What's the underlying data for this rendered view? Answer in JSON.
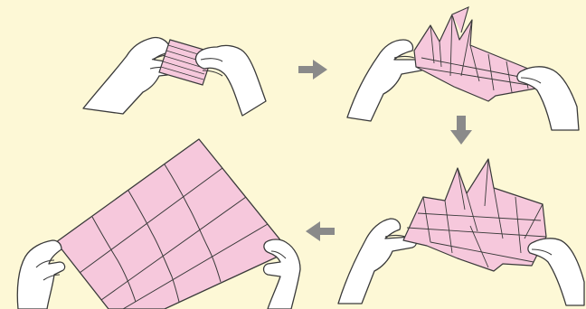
{
  "illustration": {
    "steps": [
      {
        "id": 1,
        "state": "folded"
      },
      {
        "id": 2,
        "state": "partly-unfolded"
      },
      {
        "id": 3,
        "state": "partly-unfolded"
      },
      {
        "id": 4,
        "state": "fully-unfolded"
      }
    ],
    "arrows": [
      {
        "from": 1,
        "to": 2,
        "direction": "right",
        "icon": "arrow-right-icon"
      },
      {
        "from": 2,
        "to": 3,
        "direction": "down",
        "icon": "arrow-down-icon"
      },
      {
        "from": 3,
        "to": 4,
        "direction": "left",
        "icon": "arrow-left-icon"
      }
    ],
    "colors": {
      "background": "#fdf8d6",
      "paper": "#f6c8dc",
      "outline": "#3a3a3a",
      "arrow": "#8a8a8a",
      "skin": "#ffffff"
    }
  }
}
